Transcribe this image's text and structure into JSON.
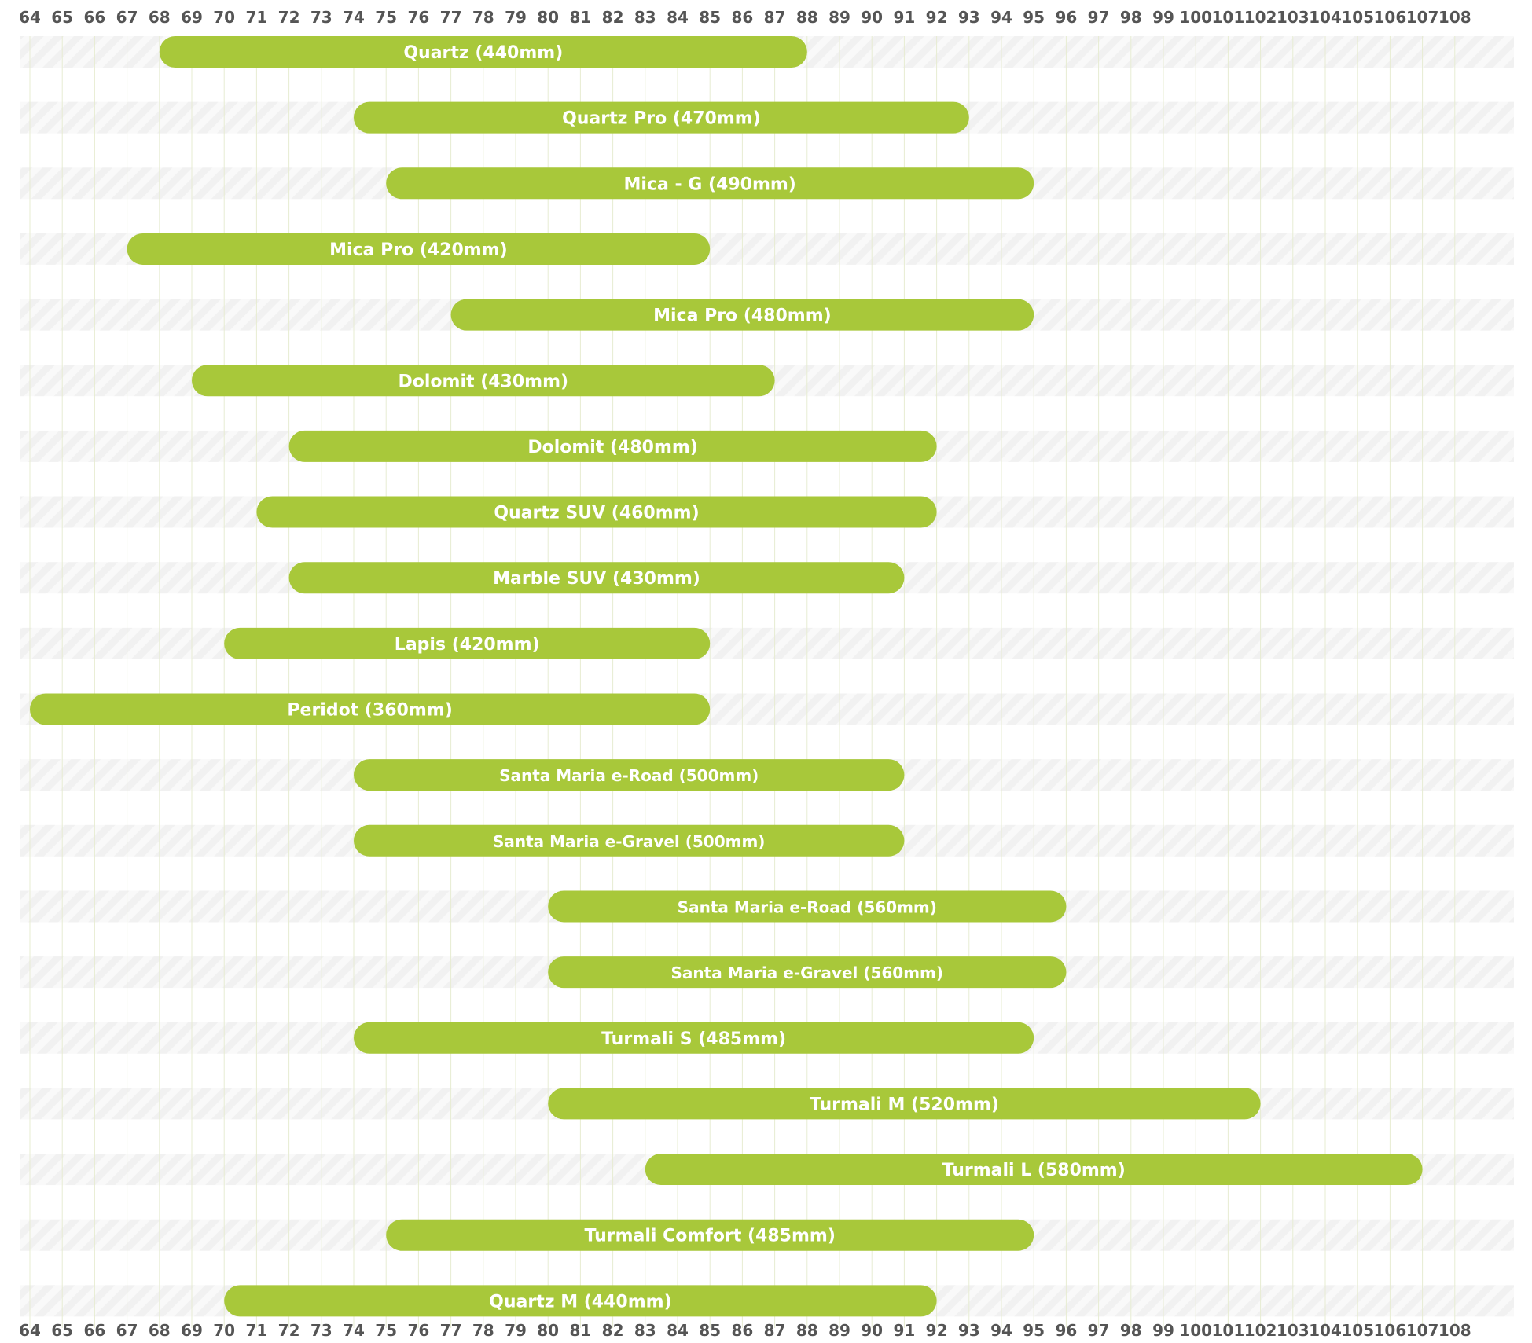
{
  "chart_data": {
    "type": "bar",
    "orientation": "horizontal-range",
    "x_ticks": [
      "64",
      "65",
      "66",
      "67",
      "68",
      "69",
      "70",
      "71",
      "72",
      "73",
      "74",
      "75",
      "76",
      "77",
      "78",
      "79",
      "80",
      "81",
      "82",
      "83",
      "84",
      "85",
      "86",
      "87",
      "88",
      "89",
      "90",
      "91",
      "92",
      "93",
      "94",
      "95",
      "96",
      "97",
      "98",
      "99",
      "100",
      "101",
      "102",
      "103",
      "104",
      "105",
      "106",
      "107",
      "108"
    ],
    "x_range": [
      64,
      108
    ],
    "grid": true,
    "bar_color": "#a8c83a",
    "track_color": "#f0f0f0",
    "grid_color": "#e7ecd2",
    "tick_color": "#555555",
    "bars": [
      {
        "label": "Quartz (440mm)",
        "start": 68,
        "end": 88
      },
      {
        "label": "Quartz Pro (470mm)",
        "start": 74,
        "end": 93
      },
      {
        "label": "Mica - G (490mm)",
        "start": 75,
        "end": 95
      },
      {
        "label": "Mica Pro (420mm)",
        "start": 67,
        "end": 85
      },
      {
        "label": "Mica Pro (480mm)",
        "start": 77,
        "end": 95
      },
      {
        "label": "Dolomit (430mm)",
        "start": 69,
        "end": 87
      },
      {
        "label": "Dolomit (480mm)",
        "start": 72,
        "end": 92
      },
      {
        "label": "Quartz SUV (460mm)",
        "start": 71,
        "end": 92
      },
      {
        "label": "Marble SUV (430mm)",
        "start": 72,
        "end": 91
      },
      {
        "label": "Lapis (420mm)",
        "start": 70,
        "end": 85
      },
      {
        "label": "Peridot (360mm)",
        "start": 64,
        "end": 85
      },
      {
        "label": "Santa Maria e-Road (500mm)",
        "start": 74,
        "end": 91
      },
      {
        "label": "Santa Maria e-Gravel (500mm)",
        "start": 74,
        "end": 91
      },
      {
        "label": "Santa Maria e-Road (560mm)",
        "start": 80,
        "end": 96
      },
      {
        "label": "Santa Maria e-Gravel (560mm)",
        "start": 80,
        "end": 96
      },
      {
        "label": "Turmali  S (485mm)",
        "start": 74,
        "end": 95
      },
      {
        "label": "Turmali  M (520mm)",
        "start": 80,
        "end": 102
      },
      {
        "label": "Turmali  L (580mm)",
        "start": 83,
        "end": 107
      },
      {
        "label": "Turmali Comfort (485mm)",
        "start": 75,
        "end": 95
      },
      {
        "label": "Quartz M (440mm)",
        "start": 70,
        "end": 92
      }
    ]
  }
}
